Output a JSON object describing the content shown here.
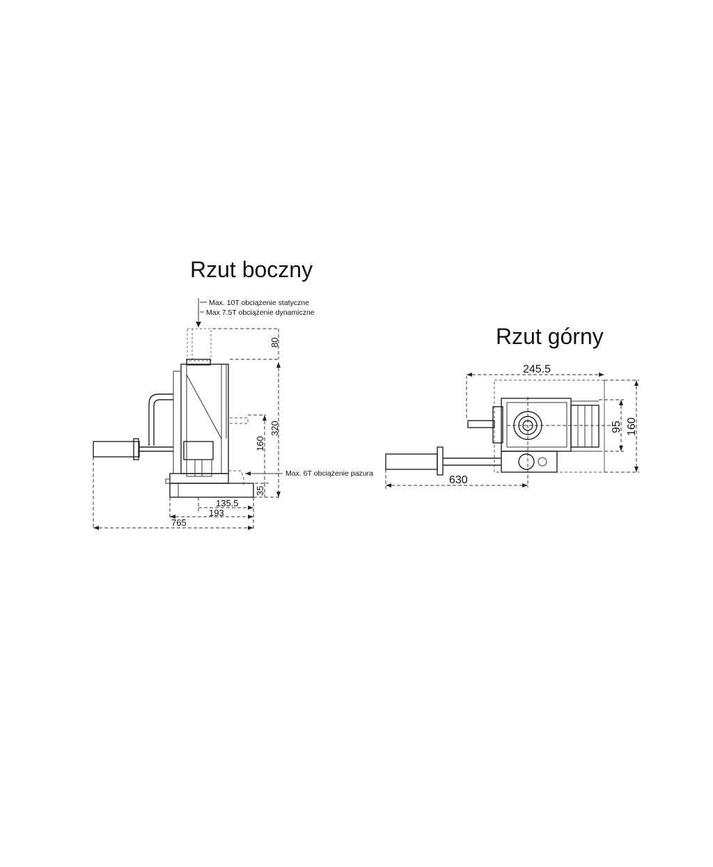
{
  "titles": {
    "side": "Rzut boczny",
    "top": "Rzut górny"
  },
  "notes": {
    "static_load": "Max. 10T obciążenie statyczne",
    "dynamic_load": "Max 7.5T obciążenie dynamiczne",
    "claw_load": "Max. 6T obciążenie pazura"
  },
  "side_dims": {
    "stroke": "80",
    "height": "320",
    "claw_height": "160",
    "claw_low": "35",
    "claw_reach": "135.5",
    "base": "193",
    "overall": "765"
  },
  "top_dims": {
    "width": "245.5",
    "inner": "95",
    "outer": "160",
    "handle": "630"
  }
}
